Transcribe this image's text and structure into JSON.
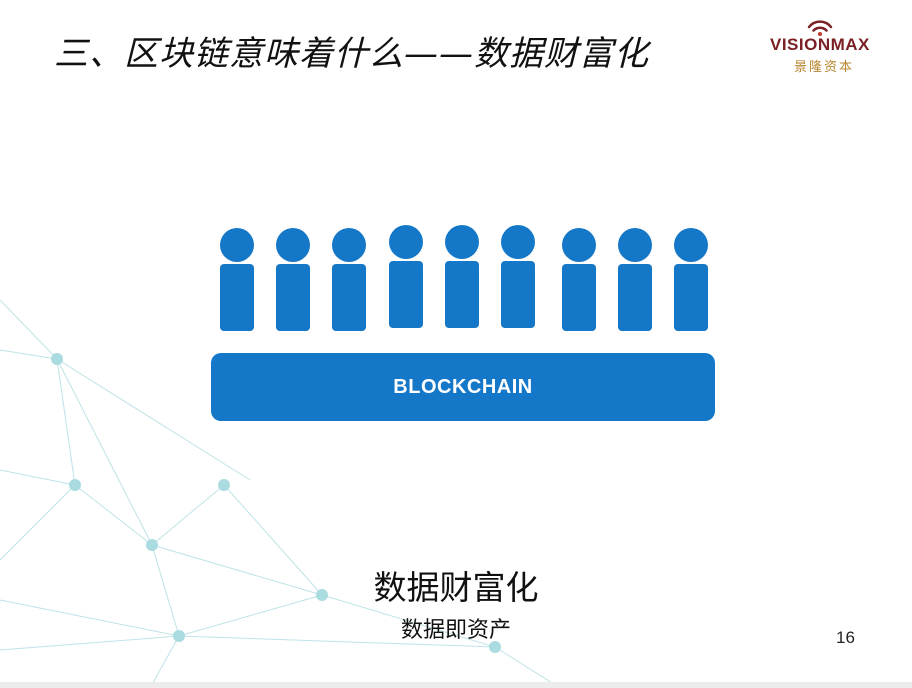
{
  "slide": {
    "title": "三、区块链意味着什么——数据财富化",
    "logo": {
      "wordmark": "VISIONMAX",
      "subtitle": "景隆资本",
      "brand_color": "#7a1f24",
      "accent_color": "#b8862e",
      "icon": "wifi-signal-icon"
    },
    "diagram": {
      "participants_count": 9,
      "person_icon": "person-icon",
      "block_label": "BLOCKCHAIN",
      "color": "#1477c7"
    },
    "heading": "数据财富化",
    "caption": "数据即资产",
    "page_number": "16",
    "decoration": {
      "network_color": "#a9dbe0"
    }
  }
}
